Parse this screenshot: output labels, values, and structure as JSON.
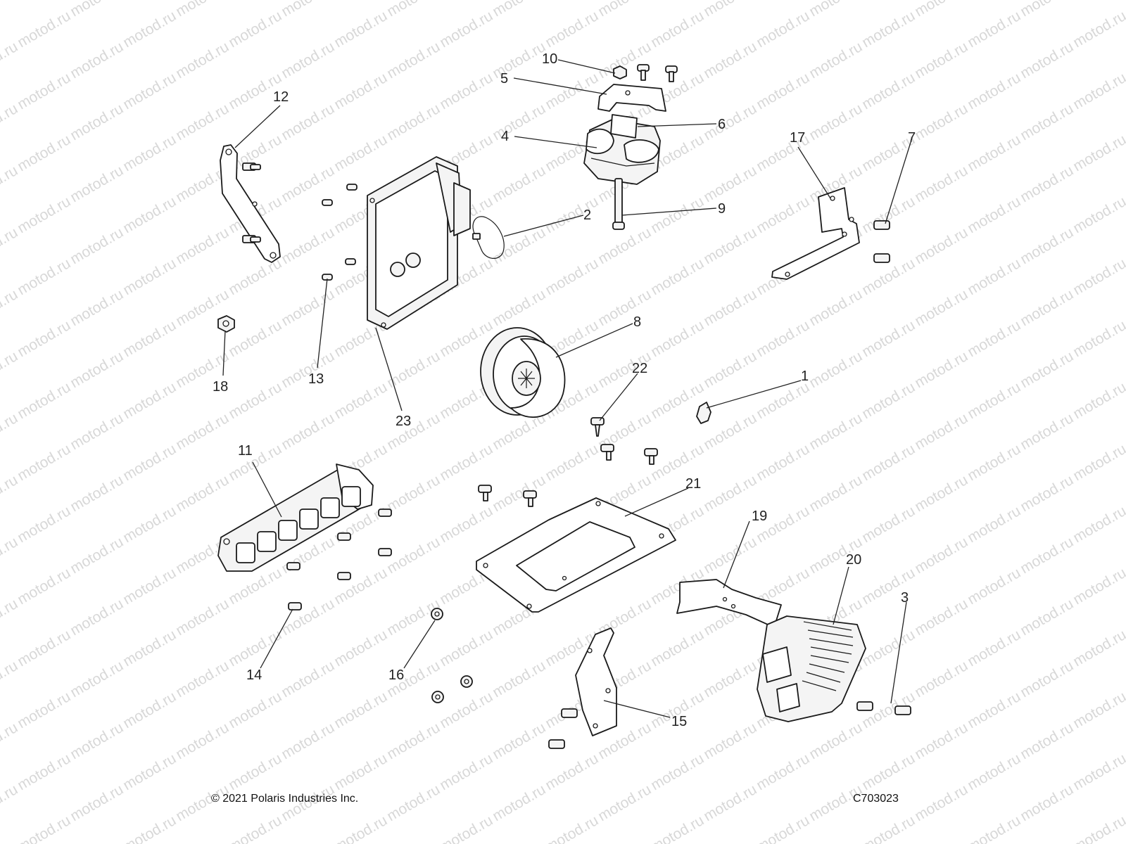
{
  "watermark": "motod.ru",
  "callouts": [
    "1",
    "2",
    "3",
    "4",
    "5",
    "6",
    "7",
    "8",
    "9",
    "10",
    "11",
    "12",
    "13",
    "14",
    "15",
    "16",
    "17",
    "18",
    "19",
    "20",
    "21",
    "22",
    "23"
  ],
  "footer": {
    "copyright": "© 2021 Polaris Industries Inc.",
    "drawing_id": "C703023"
  }
}
